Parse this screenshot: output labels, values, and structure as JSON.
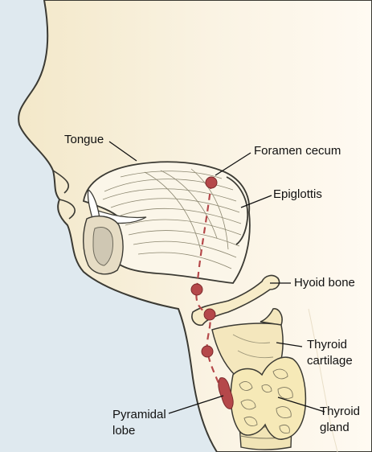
{
  "labels": {
    "tongue": "Tongue",
    "foramen_cecum": "Foramen cecum",
    "epiglottis": "Epiglottis",
    "hyoid_bone": "Hyoid bone",
    "thyroid_cartilage_line1": "Thyroid",
    "thyroid_cartilage_line2": "cartilage",
    "pyramidal_lobe_line1": "Pyramidal",
    "pyramidal_lobe_line2": "lobe",
    "thyroid_gland_line1": "Thyroid",
    "thyroid_gland_line2": "gland"
  },
  "colors": {
    "background": "#dfe9ef",
    "skin": "#f8f0da",
    "outline": "#3b3a33",
    "tissue": "#f4e7bd",
    "descent_path": "#b5484a",
    "leader": "#111111"
  }
}
